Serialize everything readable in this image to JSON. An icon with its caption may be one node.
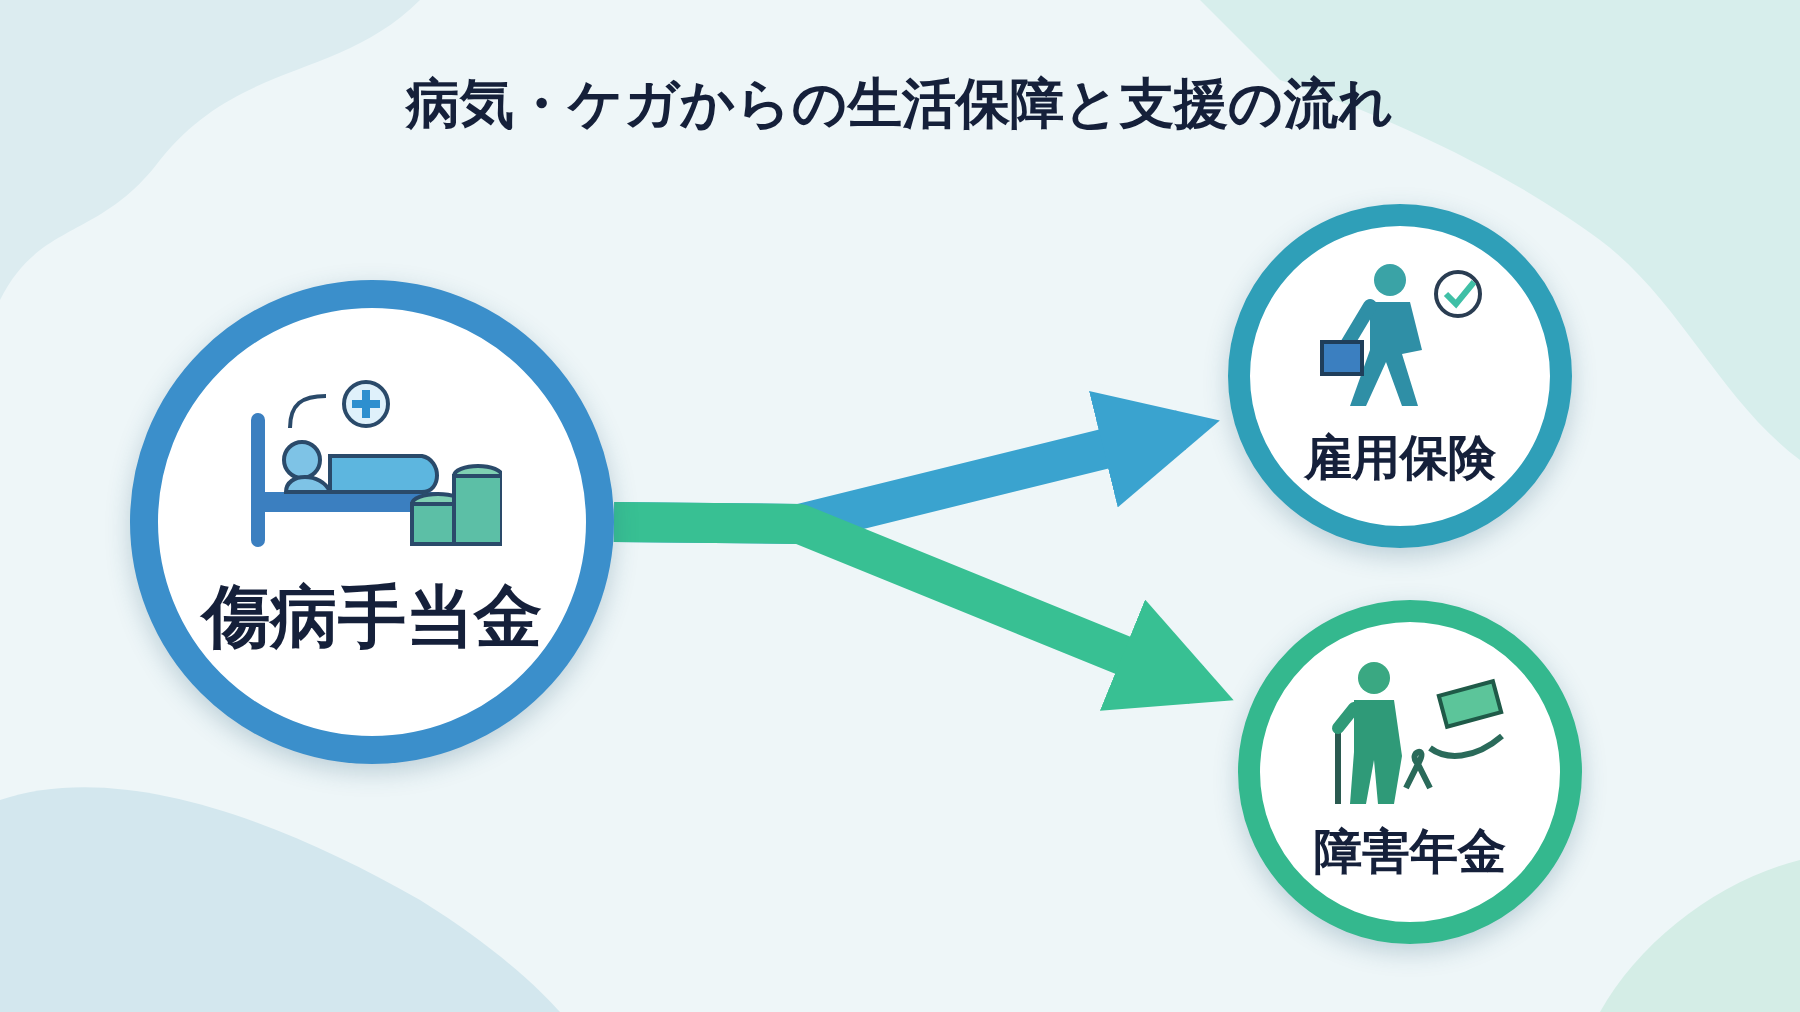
{
  "diagram": {
    "title": "病気・ケガからの生活保障と支援の流れ",
    "nodes": [
      {
        "text": [
          "傷病手当金"
        ]
      },
      {
        "text": [
          "雇用保険"
        ]
      },
      {
        "text": [
          "障害年金"
        ]
      }
    ],
    "edges": [
      {
        "from": 0,
        "to": 1,
        "arrow": "to",
        "color": "#3aa3cf"
      },
      {
        "from": 0,
        "to": 2,
        "arrow": "to",
        "color": "#38c093"
      }
    ]
  }
}
